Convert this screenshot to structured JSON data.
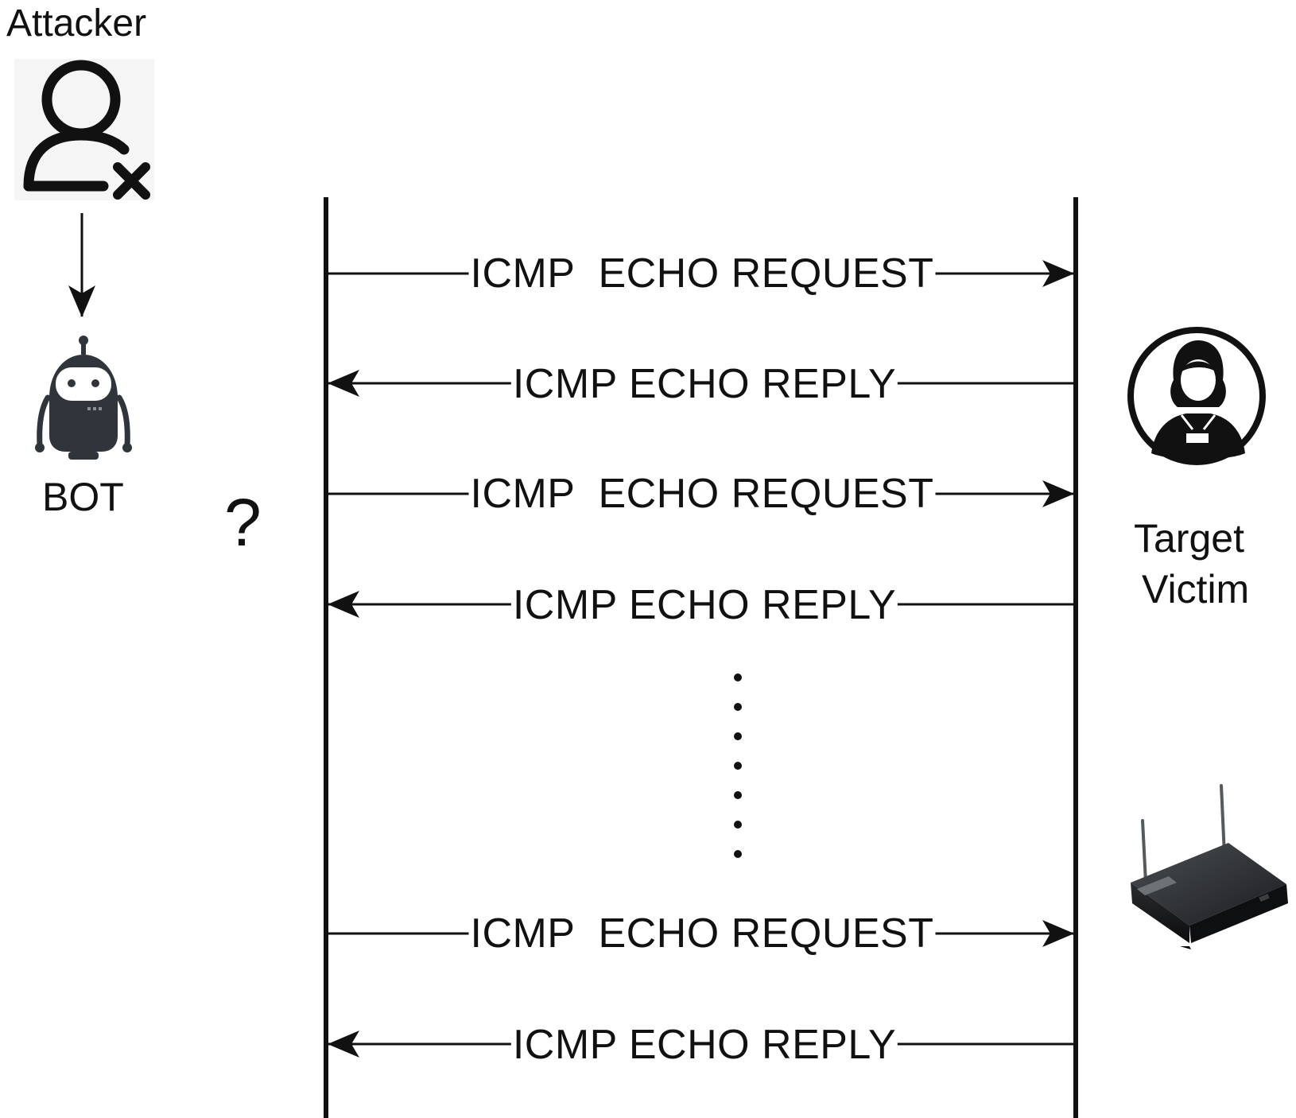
{
  "attacker": {
    "label": "Attacker",
    "icon": "user-x-icon"
  },
  "bot": {
    "label": "BOT",
    "icon": "robot-icon"
  },
  "question_mark": "?",
  "target": {
    "line1": "Target",
    "line2": "Victim",
    "icon": "victim-person-icon"
  },
  "router": {
    "icon": "wireless-router-icon"
  },
  "messages": [
    {
      "label": "ICMP  ECHO REQUEST",
      "direction": "right"
    },
    {
      "label": "ICMP ECHO REPLY",
      "direction": "left"
    },
    {
      "label": "ICMP  ECHO REQUEST",
      "direction": "right"
    },
    {
      "label": "ICMP ECHO REPLY",
      "direction": "left"
    },
    {
      "label": "ICMP  ECHO REQUEST",
      "direction": "right"
    },
    {
      "label": "ICMP ECHO REPLY",
      "direction": "left"
    }
  ],
  "colors": {
    "ink": "#111111",
    "background": "#ffffff",
    "icon_dark": "#2f353b"
  }
}
